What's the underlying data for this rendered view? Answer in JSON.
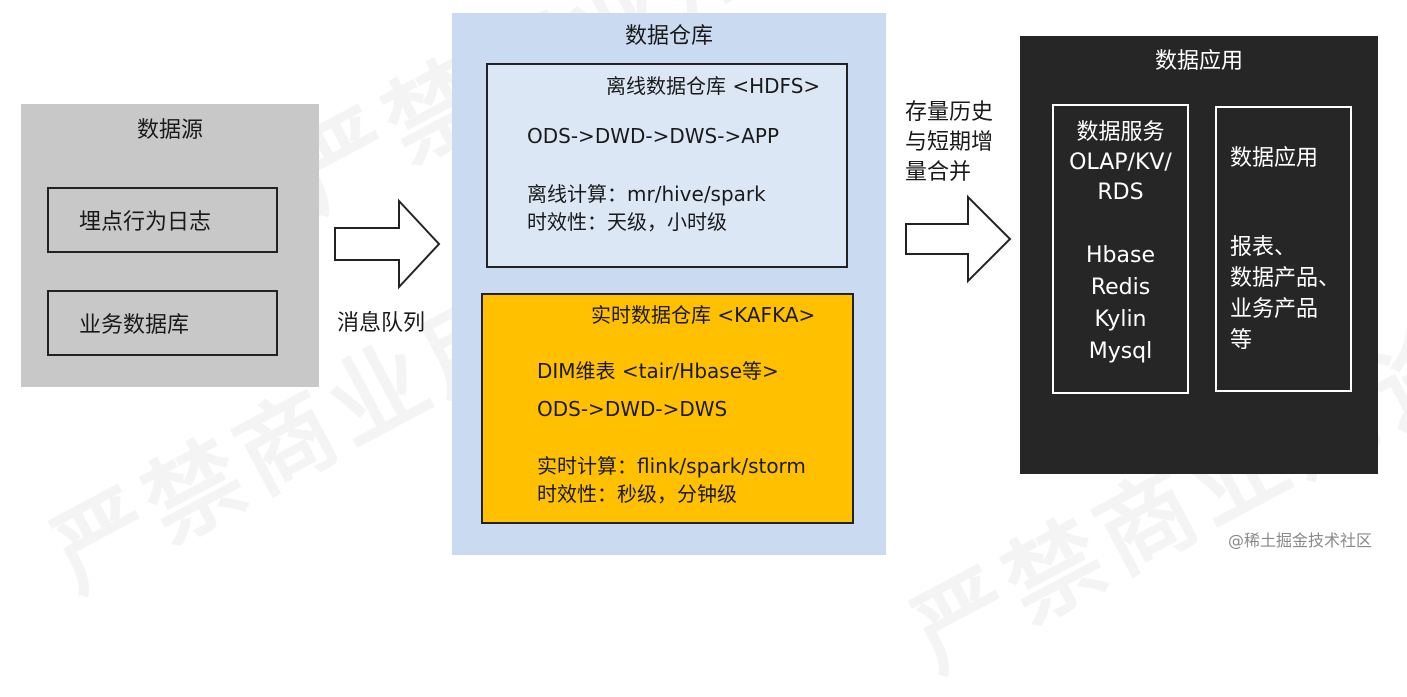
{
  "data_source": {
    "title": "数据源",
    "items": [
      "埋点行为日志",
      "业务数据库"
    ]
  },
  "arrow1_label": "消息队列",
  "warehouse": {
    "title": "数据仓库",
    "offline": {
      "title": "离线数据仓库 <HDFS>",
      "layers": "ODS->DWD->DWS->APP",
      "compute": "离线计算：mr/hive/spark",
      "timeliness": "时效性：天级，小时级"
    },
    "realtime": {
      "title": "实时数据仓库 <KAFKA>",
      "dim": "DIM维表 <tair/Hbase等>",
      "layers": "ODS->DWD->DWS",
      "compute": "实时计算：flink/spark/storm",
      "timeliness": "时效性：秒级，分钟级"
    }
  },
  "arrow2_label": [
    "存量历史",
    "与短期增",
    "量合并"
  ],
  "application": {
    "title": "数据应用",
    "service": {
      "lines": [
        "数据服务",
        "OLAP/KV/",
        "RDS"
      ],
      "stores": [
        "Hbase",
        "Redis",
        "Kylin",
        "Mysql"
      ]
    },
    "apps": {
      "title": "数据应用",
      "items": [
        "报表、",
        "数据产品、",
        "业务产品",
        "等"
      ]
    }
  },
  "watermark": "严禁商业用途",
  "footer": "@稀土掘金技术社区",
  "colors": {
    "source_panel": "#c8c8c8",
    "warehouse_panel": "#c9daf1",
    "realtime_box": "#ffc000",
    "app_panel": "#262626"
  }
}
